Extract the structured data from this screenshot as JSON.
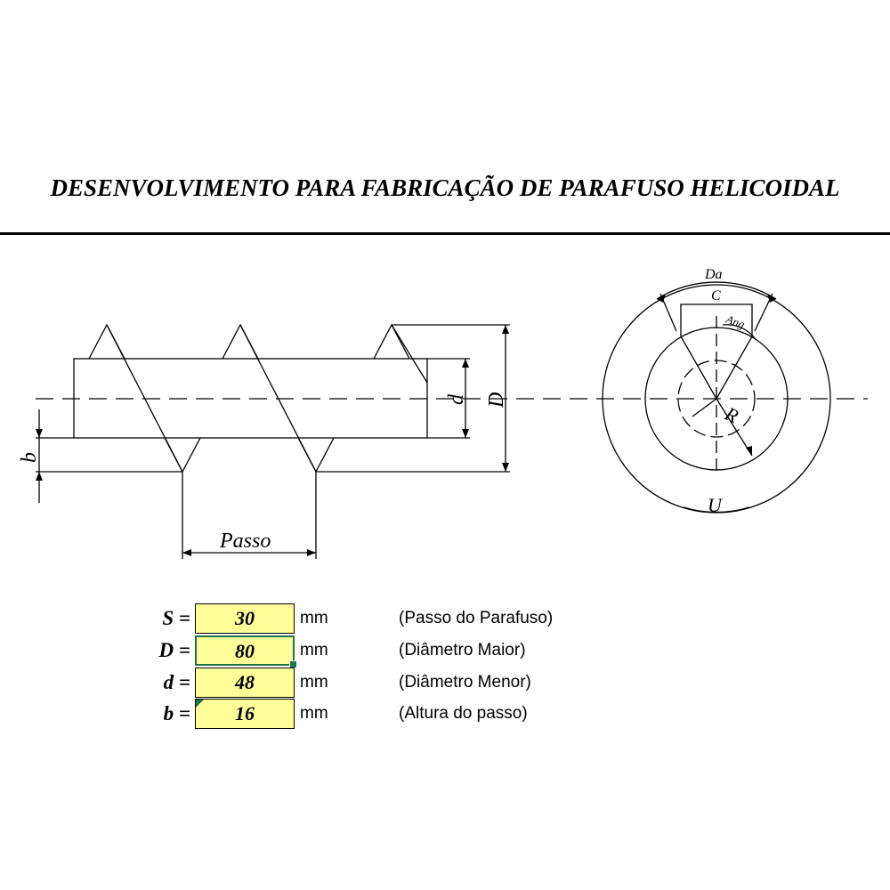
{
  "title": "DESENVOLVIMENTO PARA FABRICAÇÃO DE PARAFUSO HELICOIDAL",
  "drawing": {
    "label_b": "b",
    "label_d": "d",
    "label_D": "D",
    "label_passo": "Passo",
    "label_Da": "Da",
    "label_C": "C",
    "label_ang": "Ang",
    "label_R": "R",
    "label_U": "U"
  },
  "params": [
    {
      "label": "S =",
      "value": "30",
      "unit": "mm",
      "desc": "(Passo do Parafuso)"
    },
    {
      "label": "D =",
      "value": "80",
      "unit": "mm",
      "desc": "(Diâmetro Maior)"
    },
    {
      "label": "d =",
      "value": "48",
      "unit": "mm",
      "desc": "(Diâmetro Menor)"
    },
    {
      "label": "b =",
      "value": "16",
      "unit": "mm",
      "desc": "(Altura do passo)"
    }
  ],
  "colors": {
    "cell_fill": "#ffff99",
    "selection": "#217346"
  }
}
